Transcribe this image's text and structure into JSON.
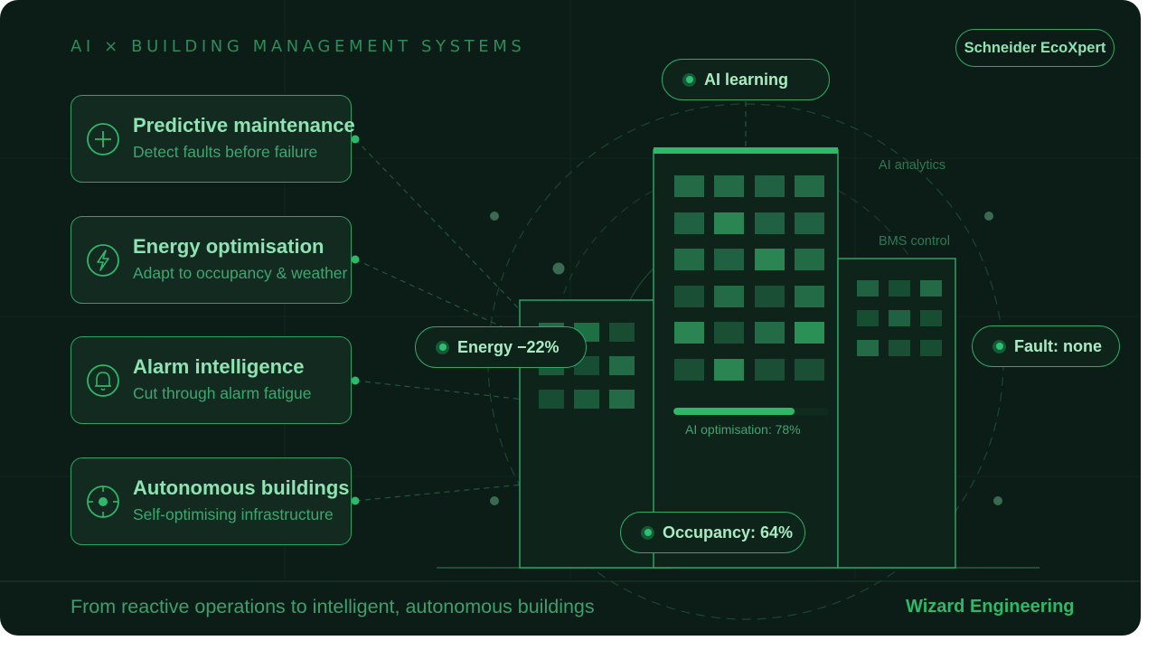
{
  "header": {
    "eyebrow": "AI × BUILDING MANAGEMENT SYSTEMS",
    "brand": "Schneider EcoXpert"
  },
  "cards": [
    {
      "title": "Predictive maintenance",
      "subtitle": "Detect faults before failure",
      "icon": "plus-circle-icon"
    },
    {
      "title": "Energy optimisation",
      "subtitle": "Adapt to occupancy & weather",
      "icon": "lightning-icon"
    },
    {
      "title": "Alarm intelligence",
      "subtitle": "Cut through alarm fatigue",
      "icon": "bell-icon"
    },
    {
      "title": "Autonomous buildings",
      "subtitle": "Self-optimising infrastructure",
      "icon": "target-icon"
    }
  ],
  "badges": {
    "ai_learning": "AI learning",
    "energy": "Energy −22%",
    "fault": "Fault: none",
    "occupancy": "Occupancy: 64%"
  },
  "tags": {
    "ai_analytics": "AI analytics",
    "bms_control": "BMS control"
  },
  "progress": {
    "label": "AI optimisation: 78%",
    "value": 0.78
  },
  "footer": {
    "tagline": "From reactive operations to intelligent, autonomous buildings",
    "brand": "Wizard Engineering"
  },
  "colors": {
    "background": "#0b1d16",
    "accent": "#2fb86a",
    "text_light": "#8fe3b2"
  }
}
